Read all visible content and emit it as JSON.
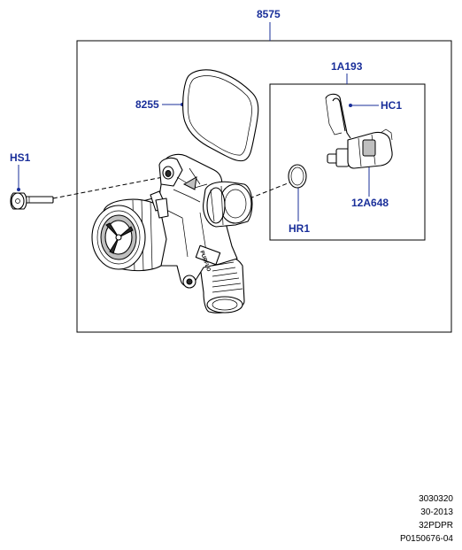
{
  "callouts": {
    "assembly": "8575",
    "gasket": "8255",
    "sensor_kit": "1A193",
    "clip": "HC1",
    "bolt": "HS1",
    "oring": "HR1",
    "sensor": "12A648"
  },
  "footer": [
    "3030320",
    "30-2013",
    "32PDPR",
    "P0150676-04"
  ],
  "housing_marking": "PURFLO",
  "colors": {
    "callout": "#1a2f9a",
    "line": "#000000"
  }
}
